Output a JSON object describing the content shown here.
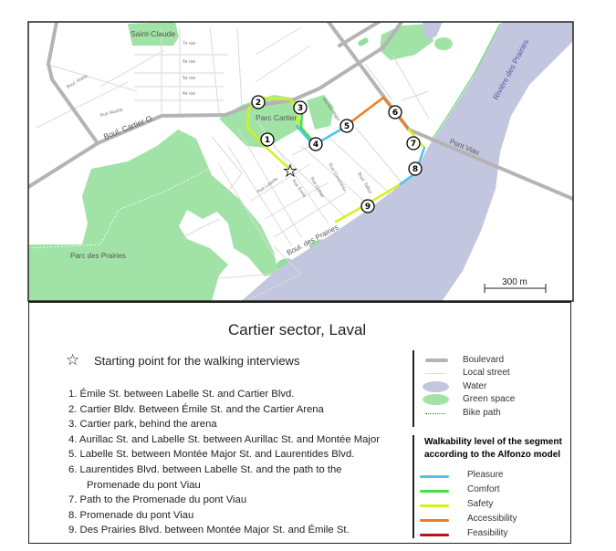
{
  "map": {
    "labels": {
      "saint_claude": "Saint-Claude",
      "parc_cartier": "Parc Cartier",
      "boul_cartier": "Boul. Cartier O.",
      "parc_prairies": "Parc des Prairies",
      "boul_prairies": "Boul. des Prairies",
      "pont_viau": "Pont Viau",
      "riviere": "Rivière des Prairies",
      "rue_labelle": "Rue Labelle",
      "rue_emile": "Rue Émile",
      "rue_gohier": "Rue Gohier",
      "rue_cousineau": "Rue Cousineau",
      "boul_talbot": "Boul. Talbot",
      "montee_major": "Montée Major",
      "rue_7": "7e rue",
      "rue_6": "6e rue",
      "rue_5": "5e rue",
      "rue_4": "4e rue",
      "boul_robin": "Boul. Robin",
      "rue_muette": "Rue Muette"
    },
    "segments": [
      "1",
      "2",
      "3",
      "4",
      "5",
      "6",
      "7",
      "8",
      "9"
    ],
    "scale_label": "300 m"
  },
  "colors": {
    "pleasure": "#4cc4ea",
    "comfort": "#47e047",
    "safety": "#d6f01c",
    "accessibility": "#ee7d22",
    "feasibility": "#b3141c",
    "water": "#c3c6df",
    "green": "#a1e3a6",
    "boulevard": "#b4b4b4"
  },
  "legend": {
    "title": "Cartier sector, Laval",
    "start_point": "Starting point for the walking interviews",
    "items": [
      "1. Émile St. between Labelle St. and Cartier Blvd.",
      "2. Cartier Bldv. Between Émile St. and the Cartier Arena",
      "3. Cartier park, behind the arena",
      "4. Aurillac St. and Labelle St. between Aurillac St. and Montée Major",
      "5. Labelle St. between Montée Major St. and Laurentides Blvd.",
      "6. Laurentides Blvd. between Labelle St. and the path to the",
      "Promenade du pont Viau",
      "7. Path to the Promenade du pont Viau",
      "8. Promenade du pont Viau",
      "9. Des Prairies Blvd. between Montée Major St. and Émile St."
    ],
    "map_keys": [
      "Boulevard",
      "Local street",
      "Water",
      "Green space",
      "Bike path"
    ],
    "walk_heading_1": "Walkability level of the segment",
    "walk_heading_2": "according to the Alfonzo model",
    "walk_levels": [
      "Pleasure",
      "Comfort",
      "Safety",
      "Accessibility",
      "Feasibility"
    ]
  }
}
